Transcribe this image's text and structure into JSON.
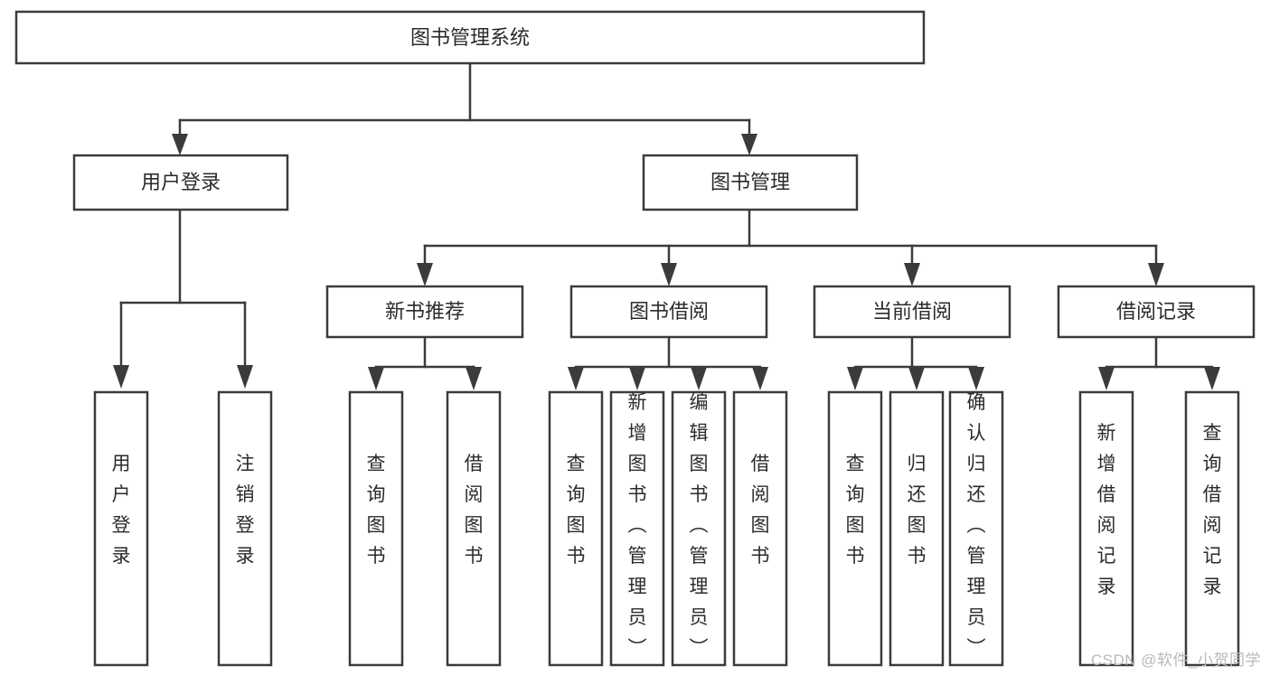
{
  "diagram": {
    "type": "tree-hierarchy",
    "title": "图书管理系统",
    "orientation": "top-down",
    "colors": {
      "box_stroke": "#3b3b3b",
      "box_fill": "#ffffff",
      "connector": "#3b3b3b",
      "text": "#2b2b2b",
      "background": "#ffffff",
      "watermark": "#b9b9b9"
    },
    "root": {
      "label": "图书管理系统"
    },
    "level2": [
      {
        "id": "user-login",
        "label": "用户登录"
      },
      {
        "id": "book-management",
        "label": "图书管理"
      }
    ],
    "level3": [
      {
        "id": "new-book-recommend",
        "label": "新书推荐",
        "parent": "book-management"
      },
      {
        "id": "book-borrow",
        "label": "图书借阅",
        "parent": "book-management"
      },
      {
        "id": "current-borrow",
        "label": "当前借阅",
        "parent": "book-management"
      },
      {
        "id": "borrow-record",
        "label": "借阅记录",
        "parent": "book-management"
      }
    ],
    "leaves": {
      "user-login": [
        {
          "id": "leaf-user-login",
          "label": "用户登录"
        },
        {
          "id": "leaf-user-logout",
          "label": "注销登录"
        }
      ],
      "new-book-recommend": [
        {
          "id": "leaf-query-book-1",
          "label": "查询图书"
        },
        {
          "id": "leaf-borrow-book-1",
          "label": "借阅图书"
        }
      ],
      "book-borrow": [
        {
          "id": "leaf-query-book-2",
          "label": "查询图书"
        },
        {
          "id": "leaf-add-book",
          "label": "新增图书（管理员）"
        },
        {
          "id": "leaf-edit-book",
          "label": "编辑图书（管理员）"
        },
        {
          "id": "leaf-borrow-book-2",
          "label": "借阅图书"
        }
      ],
      "current-borrow": [
        {
          "id": "leaf-query-book-3",
          "label": "查询图书"
        },
        {
          "id": "leaf-return-book",
          "label": "归还图书"
        },
        {
          "id": "leaf-confirm-return",
          "label": "确认归还（管理员）"
        }
      ],
      "borrow-record": [
        {
          "id": "leaf-add-record",
          "label": "新增借阅记录"
        },
        {
          "id": "leaf-query-record",
          "label": "查询借阅记录"
        }
      ]
    }
  },
  "watermark": {
    "text": "CSDN @软件_小贺同学"
  }
}
